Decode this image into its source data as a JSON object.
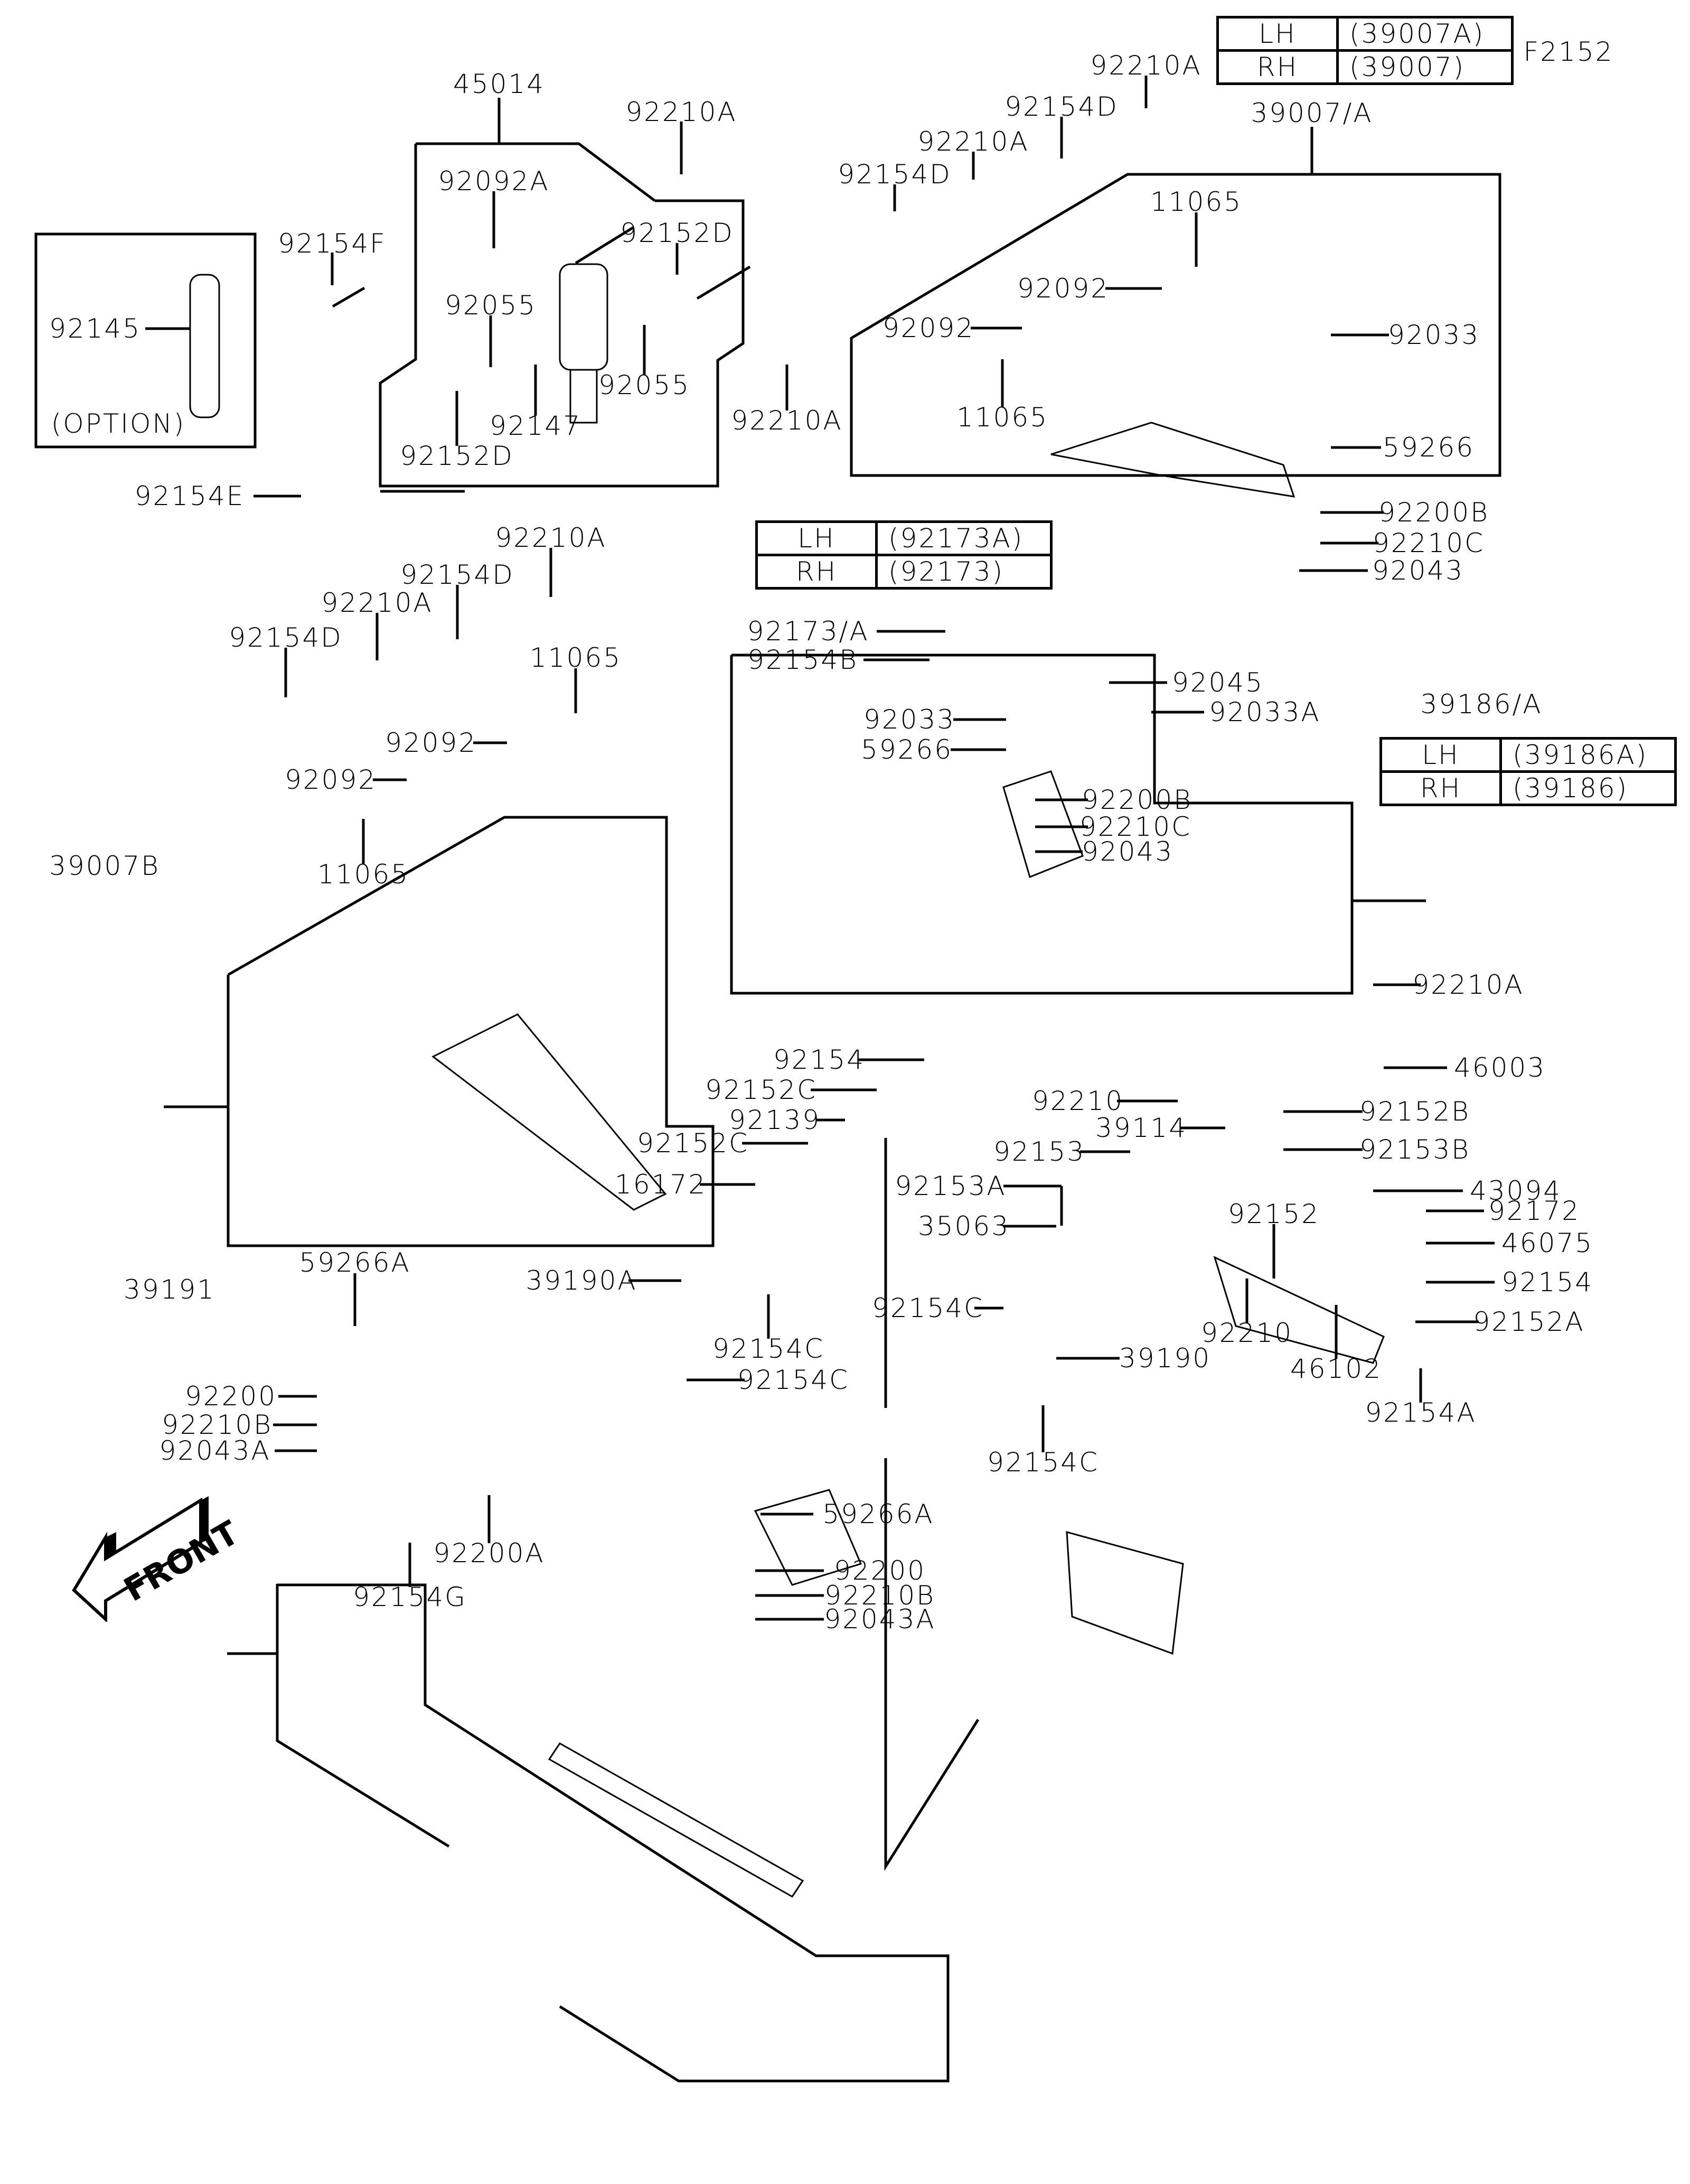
{
  "diagram_id": "F2152",
  "tables": {
    "upper_arm": {
      "rows": [
        {
          "side": "LH",
          "part": "(39007A)"
        },
        {
          "side": "RH",
          "part": "(39007)"
        }
      ]
    },
    "knuckle_bolt": {
      "rows": [
        {
          "side": "LH",
          "part": "(92173A)"
        },
        {
          "side": "RH",
          "part": "(92173)"
        }
      ]
    },
    "knuckle": {
      "rows": [
        {
          "side": "LH",
          "part": "(39186A)"
        },
        {
          "side": "RH",
          "part": "(39186)"
        }
      ]
    }
  },
  "option_box": {
    "part": "92145",
    "note": "(OPTION)"
  },
  "front_arrow": "FRONT",
  "labels": {
    "shock": [
      "45014",
      "92210A",
      "92092A",
      "92154F",
      "92152D",
      "92055",
      "92055",
      "92147",
      "92210A",
      "92152D",
      "92154E"
    ],
    "upper_arm": [
      "92210A",
      "92154D",
      "92210A",
      "92154D",
      "39007/A",
      "11065",
      "92092",
      "92092",
      "92033",
      "11065",
      "59266"
    ],
    "knuckle": [
      "92200B",
      "92210C",
      "92043",
      "92173/A",
      "92154B",
      "92045",
      "92033A",
      "39186/A",
      "92033",
      "59266",
      "92200B",
      "92210C",
      "92043"
    ],
    "lower_arm": [
      "92210A",
      "92154D",
      "92210A",
      "92154D",
      "11065",
      "92092",
      "92092",
      "39007B",
      "11065"
    ],
    "steering": [
      "92210A",
      "46003",
      "92154",
      "92152C",
      "92210",
      "92152B",
      "92139",
      "39114",
      "92152C",
      "92153",
      "92153B",
      "92153A",
      "43094",
      "16172",
      "92152",
      "92172",
      "35063",
      "46075",
      "39190A",
      "92154",
      "92154C",
      "92210",
      "92152A",
      "92154C",
      "46102",
      "39190",
      "92154C",
      "92154A",
      "92154C"
    ],
    "rack": [
      "39191",
      "59266A",
      "92200",
      "92210B",
      "92043A",
      "59266A",
      "92200A",
      "92200",
      "92210B",
      "92043A",
      "92154G"
    ]
  }
}
